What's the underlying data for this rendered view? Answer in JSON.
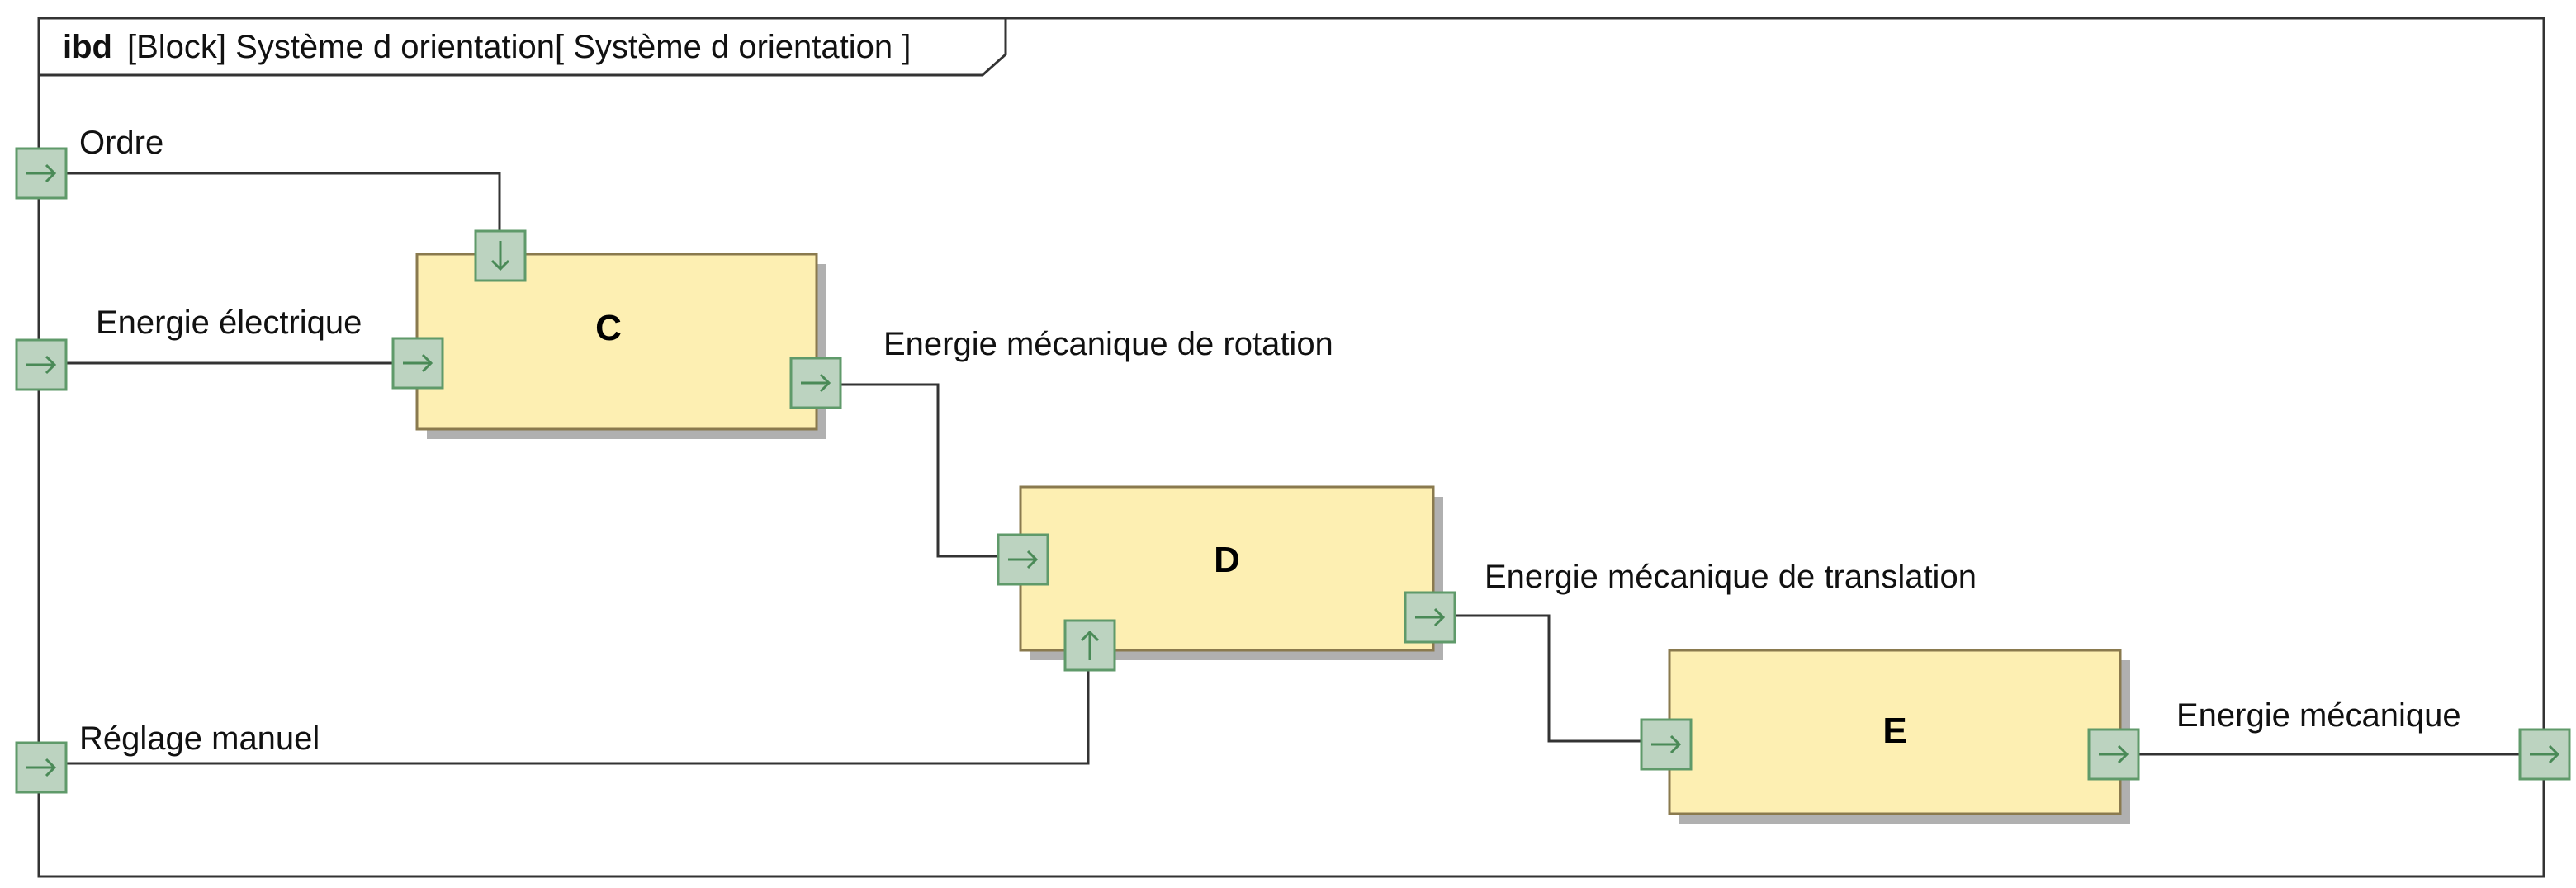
{
  "frame": {
    "kind": "ibd",
    "title": "[Block] Système d orientation[ Système d orientation ]"
  },
  "colors": {
    "block_fill": "#fdefb2",
    "block_stroke": "#8a7a4e",
    "block_shadow": "#b0b0b0",
    "port_fill": "#bcd3c0",
    "port_stroke": "#5f9a6a",
    "port_arrow": "#4a8a57",
    "wire": "#333333",
    "frame_stroke": "#333333"
  },
  "blocks": [
    {
      "id": "C",
      "name": "C"
    },
    {
      "id": "D",
      "name": "D"
    },
    {
      "id": "E",
      "name": "E"
    }
  ],
  "flows": [
    {
      "id": "ordre",
      "label": "Ordre",
      "from": "frame",
      "to": "C"
    },
    {
      "id": "energie-electrique",
      "label": "Energie électrique",
      "from": "frame",
      "to": "C"
    },
    {
      "id": "reglage-manuel",
      "label": "Réglage manuel",
      "from": "frame",
      "to": "D"
    },
    {
      "id": "energie-rotation",
      "label": "Energie mécanique de rotation",
      "from": "C",
      "to": "D"
    },
    {
      "id": "energie-translation",
      "label": "Energie mécanique de translation",
      "from": "D",
      "to": "E"
    },
    {
      "id": "energie-mecanique",
      "label": "Energie mécanique",
      "from": "E",
      "to": "frame"
    }
  ],
  "ports": [
    {
      "id": "frame-ordre",
      "direction": "right-arrow"
    },
    {
      "id": "frame-energie-electrique",
      "direction": "right-arrow"
    },
    {
      "id": "frame-reglage-manuel",
      "direction": "right-arrow"
    },
    {
      "id": "frame-energie-mecanique",
      "direction": "right-arrow"
    },
    {
      "id": "c-ordre-in",
      "direction": "down-arrow"
    },
    {
      "id": "c-energie-in",
      "direction": "right-arrow"
    },
    {
      "id": "c-rotation-out",
      "direction": "right-arrow"
    },
    {
      "id": "d-rotation-in",
      "direction": "right-arrow"
    },
    {
      "id": "d-reglage-in",
      "direction": "up-arrow"
    },
    {
      "id": "d-translation-out",
      "direction": "right-arrow"
    },
    {
      "id": "e-translation-in",
      "direction": "right-arrow"
    },
    {
      "id": "e-mecanique-out",
      "direction": "right-arrow"
    }
  ]
}
